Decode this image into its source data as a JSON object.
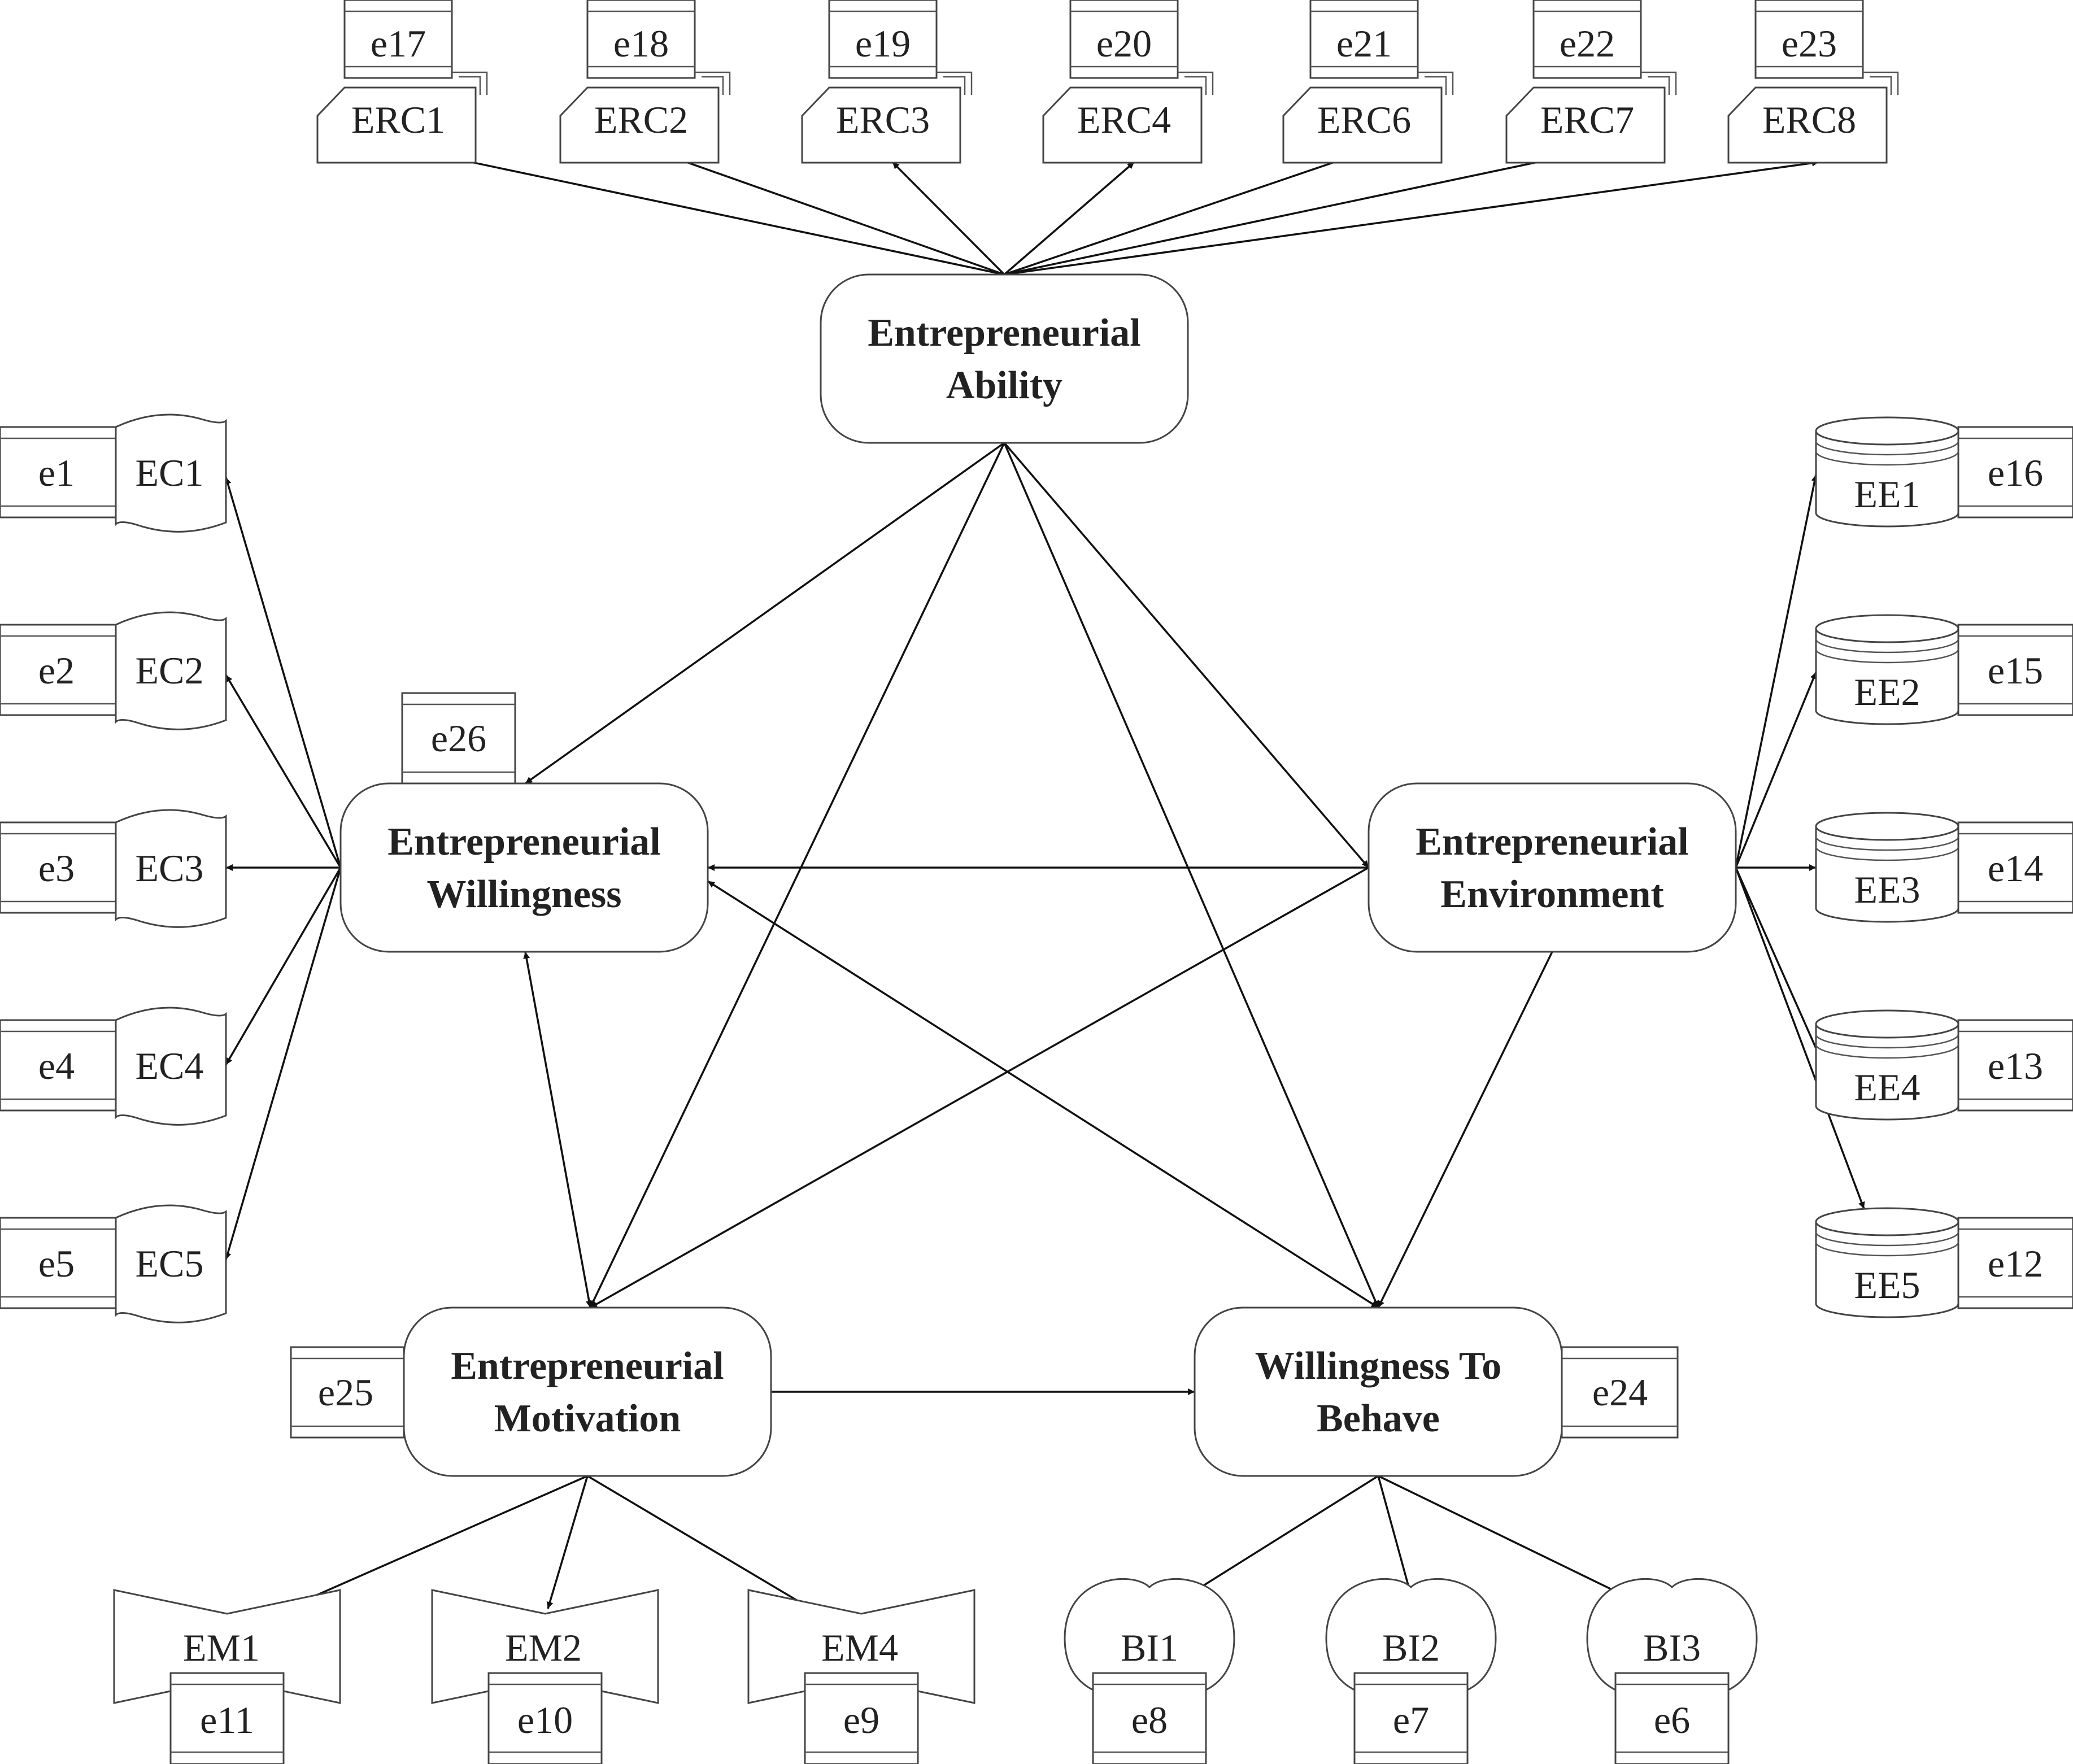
{
  "latents": {
    "ability": [
      "Entrepreneurial",
      "Ability"
    ],
    "willingness": [
      "Entrepreneurial",
      "Willingness"
    ],
    "environment": [
      "Entrepreneurial",
      "Environment"
    ],
    "motivation": [
      "Entrepreneurial",
      "Motivation"
    ],
    "behave": [
      "Willingness To",
      "Behave"
    ]
  },
  "latent_errors": {
    "willingness": "e26",
    "motivation": "e25",
    "behave": "e24"
  },
  "ability_items": [
    {
      "label": "ERC1",
      "error": "e17"
    },
    {
      "label": "ERC2",
      "error": "e18"
    },
    {
      "label": "ERC3",
      "error": "e19"
    },
    {
      "label": "ERC4",
      "error": "e20"
    },
    {
      "label": "ERC6",
      "error": "e21"
    },
    {
      "label": "ERC7",
      "error": "e22"
    },
    {
      "label": "ERC8",
      "error": "e23"
    }
  ],
  "willingness_items": [
    {
      "label": "EC1",
      "error": "e1"
    },
    {
      "label": "EC2",
      "error": "e2"
    },
    {
      "label": "EC3",
      "error": "e3"
    },
    {
      "label": "EC4",
      "error": "e4"
    },
    {
      "label": "EC5",
      "error": "e5"
    }
  ],
  "environment_items": [
    {
      "label": "EE1",
      "error": "e16"
    },
    {
      "label": "EE2",
      "error": "e15"
    },
    {
      "label": "EE3",
      "error": "e14"
    },
    {
      "label": "EE4",
      "error": "e13"
    },
    {
      "label": "EE5",
      "error": "e12"
    }
  ],
  "motivation_items": [
    {
      "label": "EM1",
      "error": "e11"
    },
    {
      "label": "EM2",
      "error": "e10"
    },
    {
      "label": "EM4",
      "error": "e9"
    }
  ],
  "behave_items": [
    {
      "label": "BI1",
      "error": "e8"
    },
    {
      "label": "BI2",
      "error": "e7"
    },
    {
      "label": "BI3",
      "error": "e6"
    }
  ],
  "structural_paths": [
    {
      "from": "ability",
      "to": "willingness",
      "bidirectional": false
    },
    {
      "from": "ability",
      "to": "environment",
      "bidirectional": false
    },
    {
      "from": "ability",
      "to": "motivation",
      "bidirectional": false
    },
    {
      "from": "ability",
      "to": "behave",
      "bidirectional": false
    },
    {
      "from": "environment",
      "to": "willingness",
      "bidirectional": false
    },
    {
      "from": "environment",
      "to": "motivation",
      "bidirectional": false
    },
    {
      "from": "environment",
      "to": "behave",
      "bidirectional": false
    },
    {
      "from": "willingness",
      "to": "motivation",
      "bidirectional": true
    },
    {
      "from": "willingness",
      "to": "behave",
      "bidirectional": true
    },
    {
      "from": "motivation",
      "to": "behave",
      "bidirectional": false
    }
  ]
}
